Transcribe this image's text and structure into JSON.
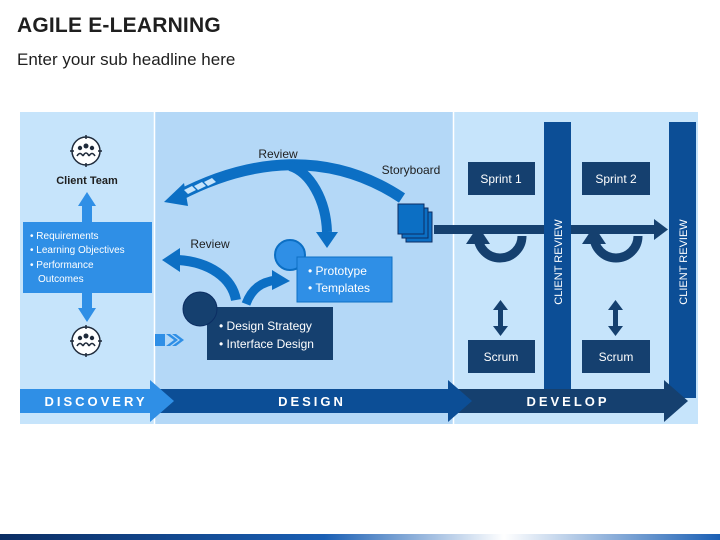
{
  "header": {
    "title": "AGILE E-LEARNING",
    "subtitle": "Enter your sub headline here"
  },
  "discovery": {
    "client_team": "Client Team",
    "bullets": [
      "• Requirements",
      "• Learning Objectives",
      "• Performance",
      "Outcomes"
    ]
  },
  "design": {
    "review_top": "Review",
    "review_left": "Review",
    "storyboard": "Storyboard",
    "prototype_lines": [
      "• Prototype",
      "• Templates"
    ],
    "strategy_lines": [
      "• Design Strategy",
      "• Interface Design"
    ]
  },
  "develop": {
    "sprint1": "Sprint 1",
    "sprint2": "Sprint 2",
    "scrum1": "Scrum",
    "scrum2": "Scrum",
    "client_review1": "CLIENT REVIEW",
    "client_review2": "CLIENT REVIEW"
  },
  "phases": {
    "discovery": "DISCOVERY",
    "design": "DESIGN",
    "develop": "DEVELOP"
  },
  "colors": {
    "dark_navy": "#15406f",
    "medium_blue": "#0c6fc4",
    "bright_blue": "#2f8fe6",
    "light_bg": "#c6e4fb",
    "mid_bg": "#b4d8f7",
    "icon_dark": "#1b3f73"
  }
}
